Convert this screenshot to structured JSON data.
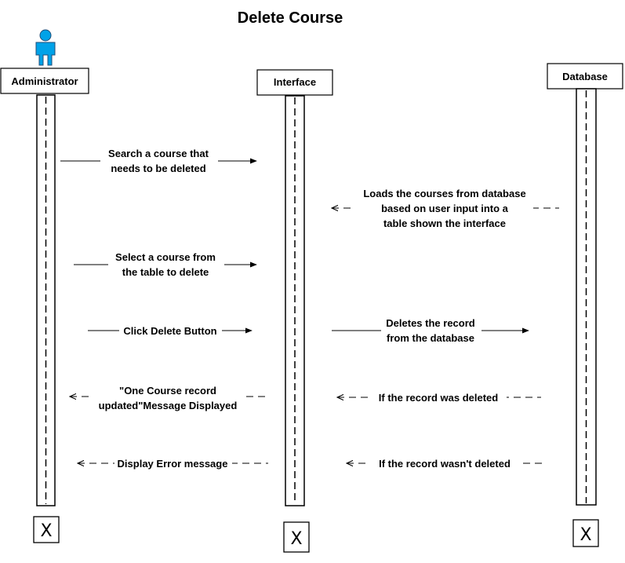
{
  "title": "Delete Course",
  "colors": {
    "actor": "#00a2e8",
    "actor_outline": "#1f4e79",
    "line": "#000000",
    "background": "#ffffff"
  },
  "lifelines": {
    "administrator": {
      "label": "Administrator",
      "icon": "stick-figure-actor-icon"
    },
    "interface": {
      "label": "Interface"
    },
    "database": {
      "label": "Database"
    }
  },
  "terminators": {
    "symbol": "X"
  },
  "messages": [
    {
      "lines": [
        "Search a course that",
        "needs to be deleted"
      ],
      "from": "Administrator",
      "to": "Interface",
      "style": "solid"
    },
    {
      "lines": [
        "Loads the courses  from database",
        "based on user input into a",
        "table shown the interface"
      ],
      "from": "Database",
      "to": "Interface",
      "style": "dashed"
    },
    {
      "lines": [
        "Select a  course from",
        "the table to delete"
      ],
      "from": "Administrator",
      "to": "Interface",
      "style": "solid"
    },
    {
      "lines": [
        "Click Delete Button"
      ],
      "from": "Administrator",
      "to": "Interface",
      "style": "solid"
    },
    {
      "lines": [
        "Deletes the record",
        "from the database"
      ],
      "from": "Interface",
      "to": "Database",
      "style": "solid"
    },
    {
      "lines": [
        "\"One Course record",
        "updated\"Message Displayed"
      ],
      "from": "Interface",
      "to": "Administrator",
      "style": "dashed"
    },
    {
      "lines": [
        "If the record was deleted"
      ],
      "from": "Database",
      "to": "Interface",
      "style": "dashed"
    },
    {
      "lines": [
        "Display Error message"
      ],
      "from": "Interface",
      "to": "Administrator",
      "style": "dashed"
    },
    {
      "lines": [
        "If the record wasn't deleted"
      ],
      "from": "Database",
      "to": "Interface",
      "style": "dashed"
    }
  ]
}
